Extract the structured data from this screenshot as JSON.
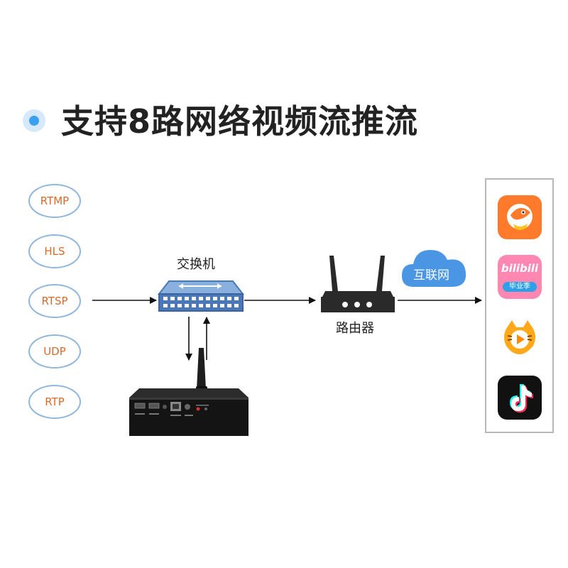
{
  "title": "支持8路网络视频流推流",
  "protocols": [
    "RTMP",
    "HLS",
    "RTSP",
    "UDP",
    "RTP"
  ],
  "labels": {
    "switch": "交换机",
    "router": "路由器",
    "cloud": "互联网"
  },
  "apps": [
    {
      "name": "kuaishou-app-icon",
      "bg": "#ff7a2a"
    },
    {
      "name": "bilibili-app-icon",
      "bg": "#ff87b1",
      "text": "bilibili",
      "sub": "毕业季"
    },
    {
      "name": "huya-app-icon",
      "bg": "#ffffff"
    },
    {
      "name": "douyin-app-icon",
      "bg": "#111111"
    }
  ],
  "colors": {
    "accent_blue": "#3aa0f0",
    "protocol_text": "#d86a2c",
    "protocol_border": "#8fb6dc",
    "switch_blue": "#4a77b8",
    "router_dark": "#2a2a2a",
    "cloud_blue": "#4a96e4"
  }
}
